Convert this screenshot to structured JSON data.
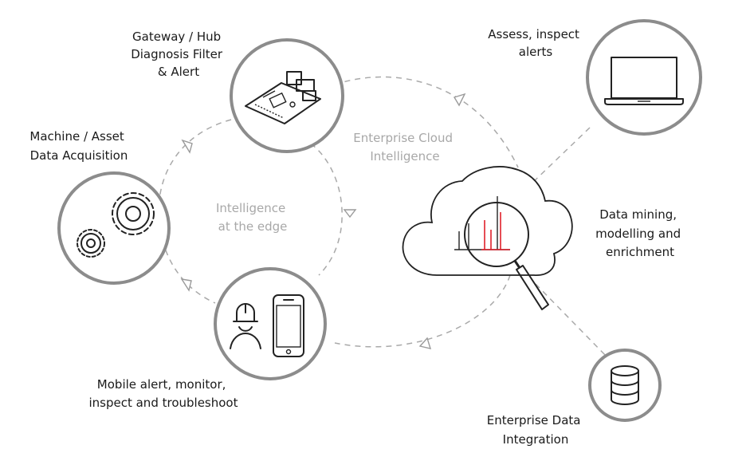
{
  "nodes": {
    "gateway": {
      "lines": [
        "Gateway / Hub",
        "Diagnosis Filter",
        "& Alert"
      ]
    },
    "machine": {
      "lines": [
        "Machine / Asset",
        "Data Acquisition"
      ]
    },
    "mobile": {
      "lines": [
        "Mobile alert, monitor,",
        "inspect and troubleshoot"
      ]
    },
    "assess": {
      "lines": [
        "Assess, inspect",
        "alerts"
      ]
    },
    "mining": {
      "lines": [
        "Data mining,",
        "modelling and",
        "enrichment"
      ]
    },
    "integration": {
      "lines": [
        "Enterprise Data",
        "Integration"
      ]
    }
  },
  "regions": {
    "edge": {
      "lines": [
        "Intelligence",
        "at the edge"
      ]
    },
    "cloud": {
      "lines": [
        "Enterprise Cloud",
        "Intelligence"
      ]
    }
  },
  "icons": {
    "gateway": "circuit-board-icon",
    "machine": "gears-icon",
    "mobile": "worker-smartphone-icon",
    "assess": "laptop-icon",
    "mining": "cloud-magnifier-chart-icon",
    "integration": "database-icon"
  },
  "colors": {
    "ring": "#8c8c8c",
    "dashed": "#a9a9a9",
    "accent": "#e0202a"
  }
}
